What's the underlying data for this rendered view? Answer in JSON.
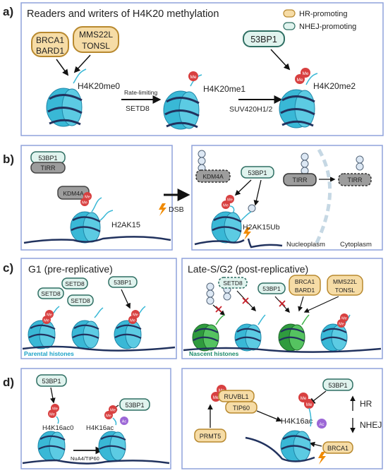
{
  "panel_letters": {
    "a": "a)",
    "b": "b)",
    "c": "c)",
    "d": "d)"
  },
  "colors": {
    "frame": "#8fa2dc",
    "hr_fill": "#f6dca6",
    "hr_stroke": "#b8892f",
    "nhej_fill": "#e0f3ee",
    "nhej_stroke": "#2f6f63",
    "nucleosome": "#39b8d6",
    "nucleosome_dark": "#1f86a8",
    "dna": "#21325e",
    "methyl": "#d84040",
    "acetyl": "#9c67d6",
    "nascent": "#3fb44b",
    "ub_fill": "#dde8f4",
    "ub_stroke": "#55667a",
    "gray_fill": "#9d9d9d",
    "bolt": "#f08a00"
  },
  "panel_a": {
    "title": "Readers and writers of H4K20 methylation",
    "legend": {
      "hr": "HR-promoting",
      "nhej": "NHEJ-promoting"
    },
    "proteins": {
      "brca1": "BRCA1",
      "bard1": "BARD1",
      "mms22l": "MMS22L",
      "tonsl": "TONSL",
      "53bp1": "53BP1"
    },
    "states": {
      "me0": "H4K20me0",
      "me1": "H4K20me1",
      "me2": "H4K20me2"
    },
    "arrow1_top": "Rate-limiting",
    "arrow1_bottom": "SETD8",
    "arrow2_bottom": "SUV420H1/2",
    "me_label": "Me"
  },
  "panel_b": {
    "left": {
      "p53bp1": "53BP1",
      "tirr": "TIRR",
      "kdm4a": "KDM4A",
      "h2ak15": "H2AK15",
      "me": "Me"
    },
    "dsb": "DSB",
    "right": {
      "kdm4a": "KDM4A",
      "p53bp1": "53BP1",
      "h2ak15ub": "H2AK15Ub",
      "tirr1": "TIRR",
      "tirr2": "TIRR",
      "nucleoplasm": "Nucleoplasm",
      "cytoplasm": "Cytoplasm",
      "ub": "Ub",
      "me": "Me"
    }
  },
  "panel_c": {
    "left": {
      "title": "G1 (pre-replicative)",
      "setd8": "SETD8",
      "p53bp1": "53BP1",
      "parental": "Parental histones",
      "me": "Me"
    },
    "right": {
      "title": "Late-S/G2 (post-replicative)",
      "setd8": "SETD8",
      "p53bp1": "53BP1",
      "brca1": "BRCA1",
      "bard1": "BARD1",
      "mms22l": "MMS22L",
      "tonsl": "TONSL",
      "nascent": "Nascent histones",
      "ub": "Ub",
      "me": "Me"
    }
  },
  "panel_d": {
    "left": {
      "p53bp1a": "53BP1",
      "p53bp1b": "53BP1",
      "h4k16ac0": "H4K16ac0",
      "h4k16ac": "H4K16ac",
      "nua4": "NuA4/TIP60",
      "me": "Me",
      "ac": "Ac"
    },
    "right": {
      "ruvbl1": "RUVBL1",
      "tip60": "TIP60",
      "prmt5": "PRMT5",
      "h4k16ac": "H4K16ac",
      "p53bp1": "53BP1",
      "brca1": "BRCA1",
      "hr": "HR",
      "nhej": "NHEJ",
      "me": "Me",
      "ac": "Ac"
    }
  }
}
